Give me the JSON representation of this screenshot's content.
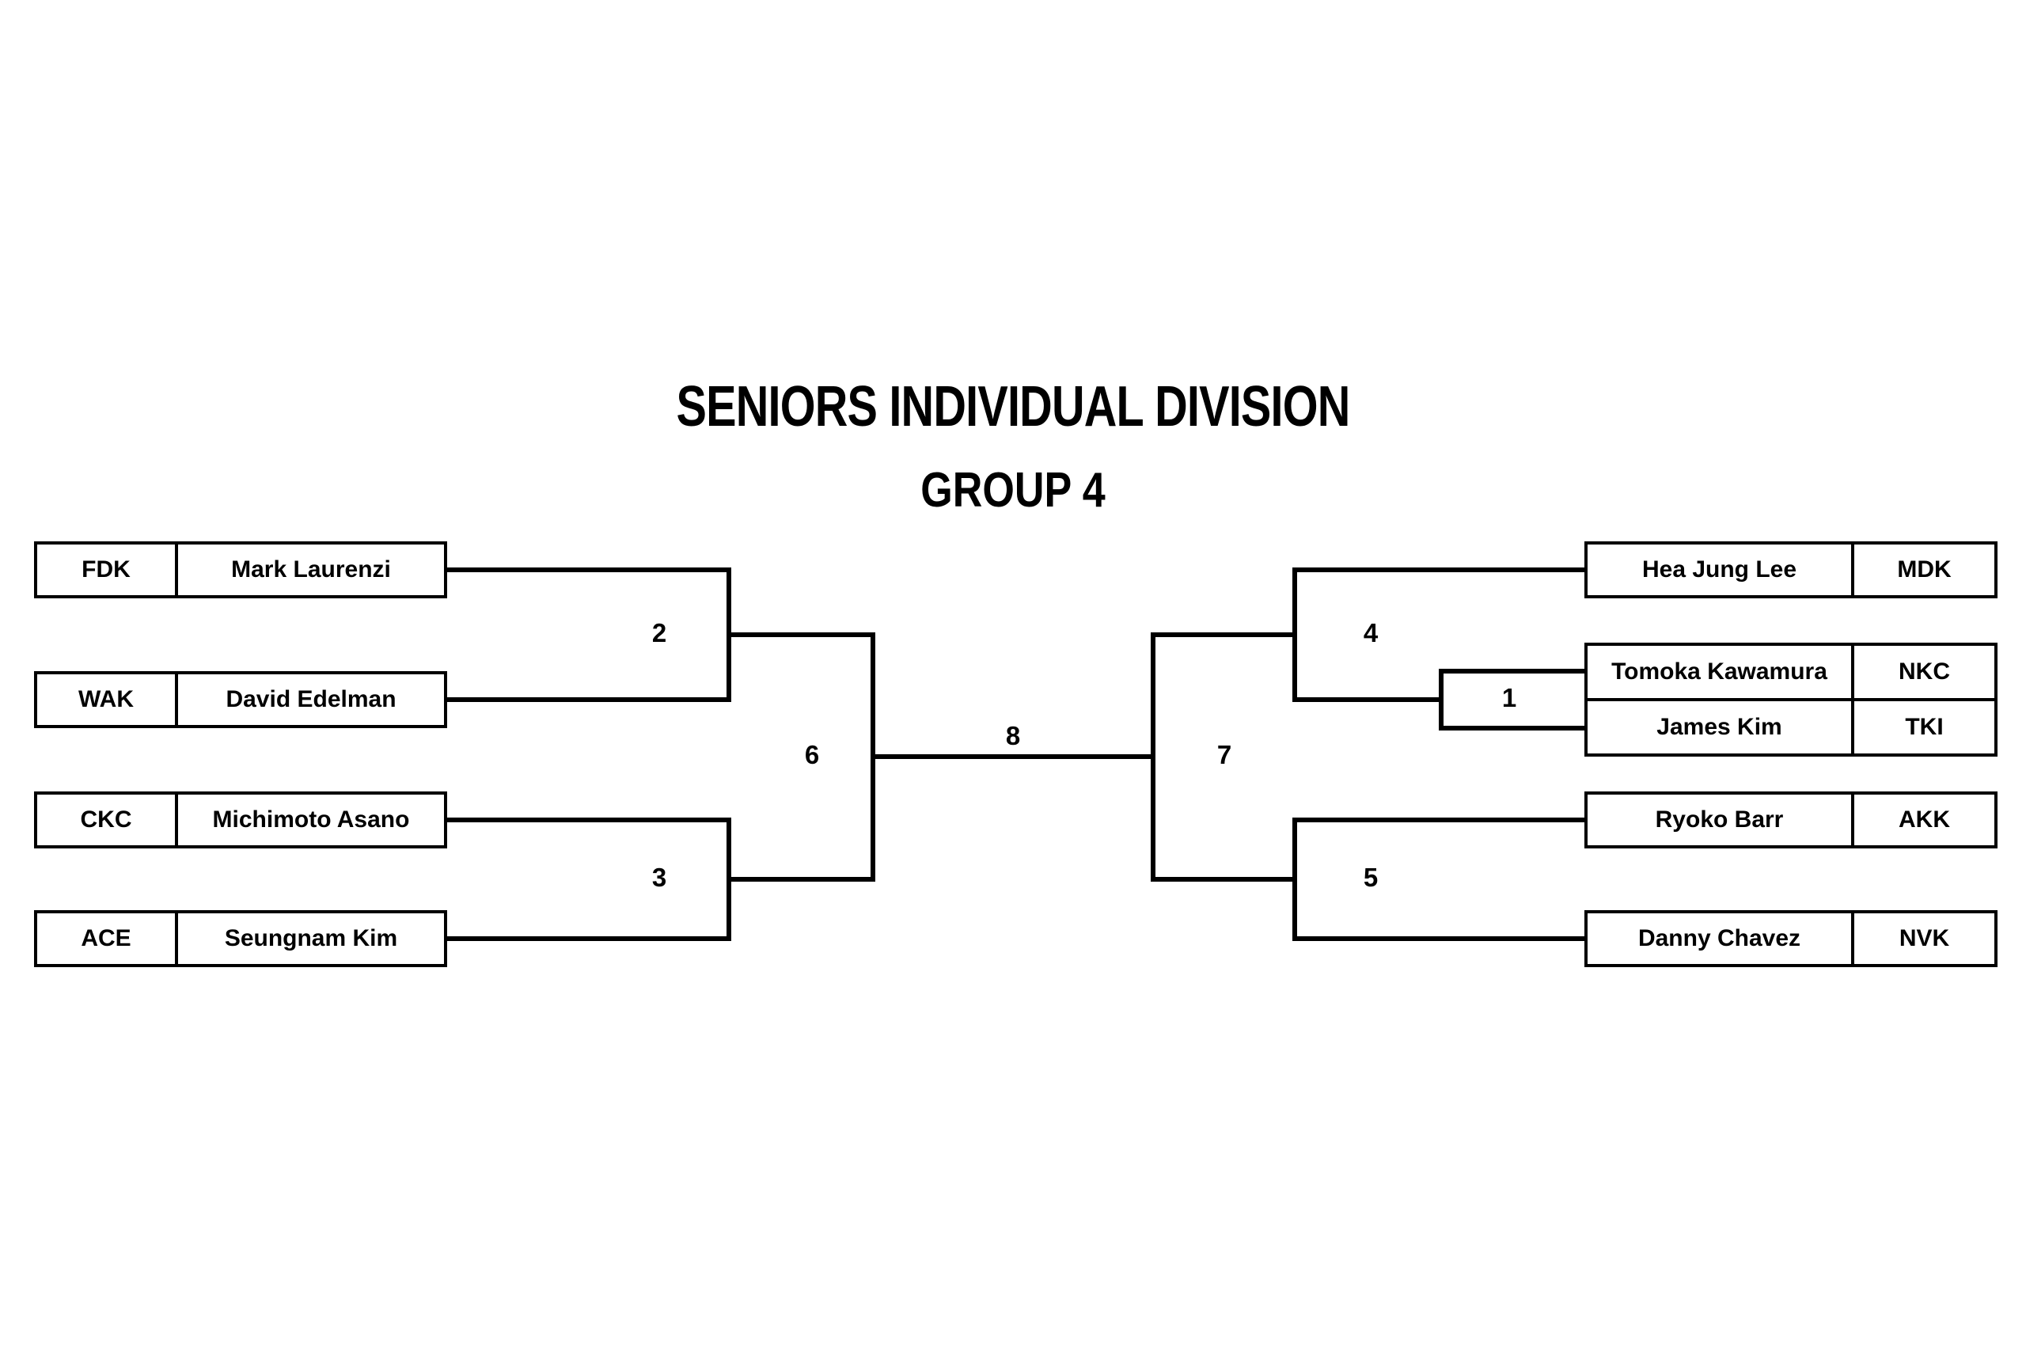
{
  "title": "SENIORS INDIVIDUAL DIVISION",
  "subtitle": "GROUP 4",
  "bracket": {
    "left": [
      {
        "club": "FDK",
        "name": "Mark Laurenzi"
      },
      {
        "club": "WAK",
        "name": "David Edelman"
      },
      {
        "club": "CKC",
        "name": "Michimoto Asano"
      },
      {
        "club": "ACE",
        "name": "Seungnam Kim"
      }
    ],
    "right": [
      {
        "name": "Hea Jung Lee",
        "club": "MDK"
      },
      {
        "name": "Tomoka Kawamura",
        "club": "NKC"
      },
      {
        "name": "James Kim",
        "club": "TKI"
      },
      {
        "name": "Ryoko Barr",
        "club": "AKK"
      },
      {
        "name": "Danny Chavez",
        "club": "NVK"
      }
    ],
    "match_numbers": {
      "m1": "1",
      "m2": "2",
      "m3": "3",
      "m4": "4",
      "m5": "5",
      "m6": "6",
      "m7": "7",
      "m8": "8"
    }
  },
  "colors": {
    "background": "#ffffff",
    "line": "#000000",
    "text": "#000000"
  }
}
